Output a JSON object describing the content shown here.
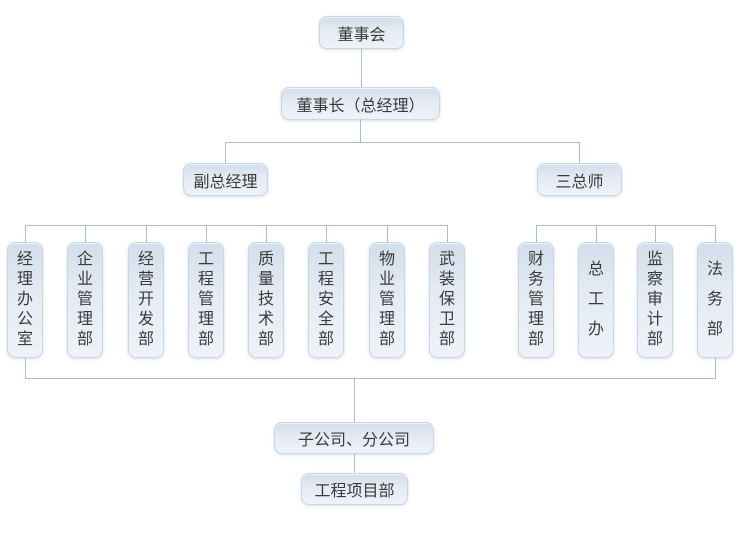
{
  "org_chart": {
    "root": "董事会",
    "chairman": "董事长（总经理）",
    "left_branch": {
      "head": "副总经理",
      "departments": [
        "经理办公室",
        "企业管理部",
        "经营开发部",
        "工程管理部",
        "质量技术部",
        "工程安全部",
        "物业管理部",
        "武装保卫部"
      ]
    },
    "right_branch": {
      "head": "三总师",
      "departments": [
        "财务管理部",
        "总工办",
        "监察审计部",
        "法务部"
      ]
    },
    "subsidiaries": "子公司、分公司",
    "project_dept": "工程项目部"
  },
  "palette": {
    "node_fill_top": "#d2deeb",
    "node_fill_bottom": "#eef2f8",
    "node_border": "#c9d6e4",
    "connector": "#a9bcd4",
    "text": "#3b3b3b",
    "background": "#ffffff"
  }
}
